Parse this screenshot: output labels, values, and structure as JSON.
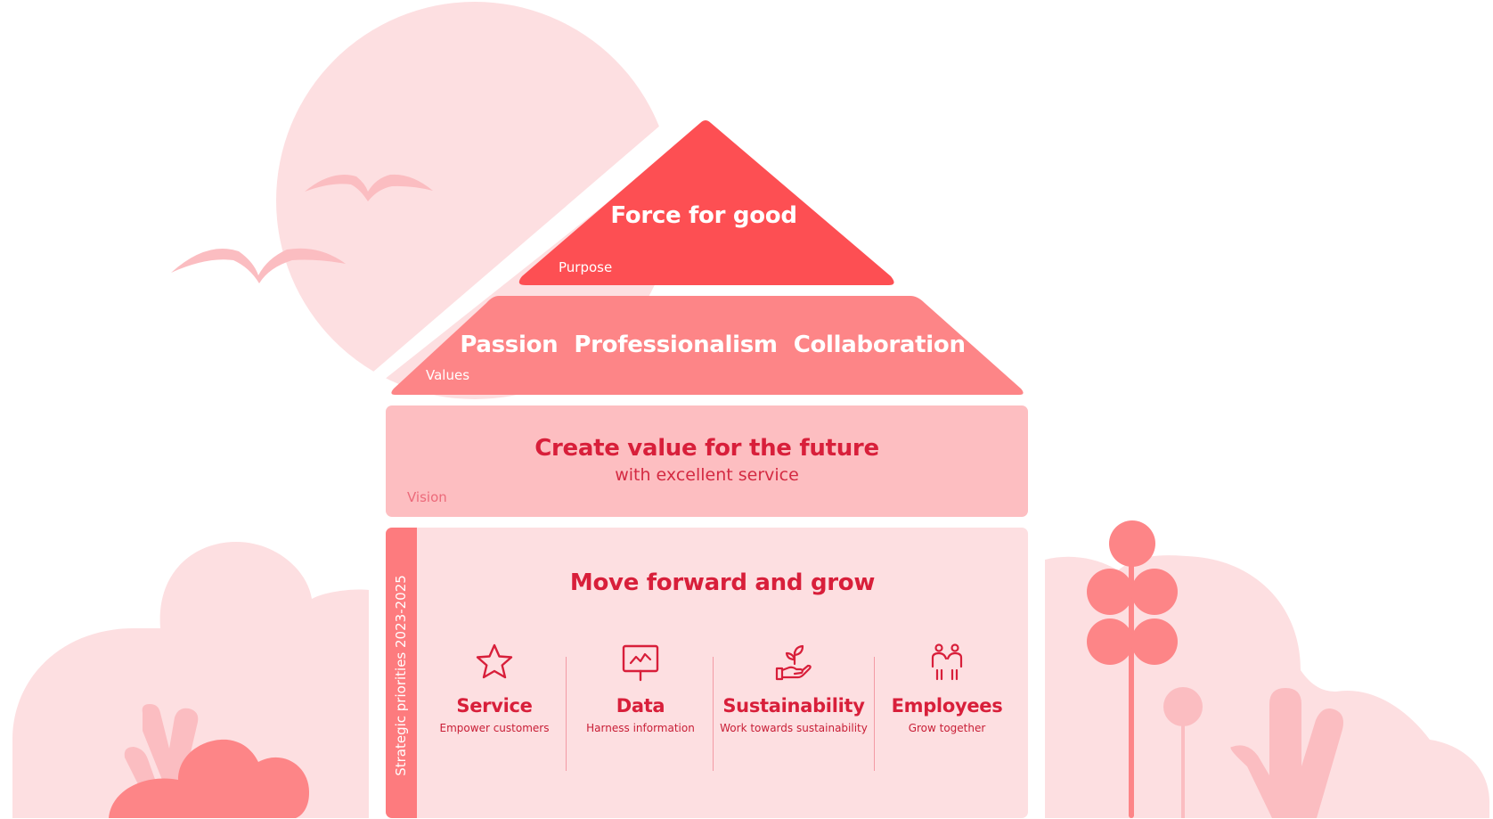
{
  "colors": {
    "purpose_red": "#fd4f53",
    "values_coral": "#fd8587",
    "vision_pink": "#fdbec1",
    "strategy_bg": "#fddfe1",
    "strategy_bar": "#fd7b7e",
    "text_red": "#d81f3a",
    "background_pink": "#fddfe1"
  },
  "purpose": {
    "title": "Force for good",
    "label": "Purpose"
  },
  "values": {
    "items": [
      "Passion",
      "Professionalism",
      "Collaboration"
    ],
    "label": "Values"
  },
  "vision": {
    "title": "Create value for the future",
    "subtitle": "with excellent service",
    "label": "Vision"
  },
  "strategy": {
    "side_label": "Strategic priorities 2023-2025",
    "title": "Move forward and grow",
    "pillars": [
      {
        "icon": "star-icon",
        "name": "Service",
        "desc": "Empower customers"
      },
      {
        "icon": "chart-board-icon",
        "name": "Data",
        "desc": "Harness information"
      },
      {
        "icon": "hand-sprout-icon",
        "name": "Sustainability",
        "desc": "Work towards sustainability"
      },
      {
        "icon": "people-icon",
        "name": "Employees",
        "desc": "Grow together"
      }
    ]
  }
}
